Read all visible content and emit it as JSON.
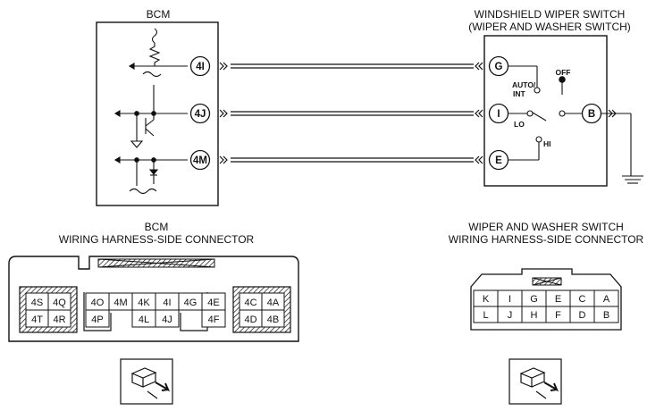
{
  "bcm": {
    "title": "BCM",
    "pins": [
      "4I",
      "4J",
      "4M"
    ]
  },
  "switch": {
    "title_line1": "WINDSHIELD WIPER SWITCH",
    "title_line2": "(WIPER AND WASHER SWITCH)",
    "pins": [
      "G",
      "I",
      "E",
      "B"
    ],
    "positions": [
      "OFF",
      "AUTO/",
      "INT",
      "LO",
      "HI"
    ]
  },
  "bcm_connector": {
    "title_line1": "BCM",
    "title_line2": "WIRING HARNESS-SIDE CONNECTOR",
    "left_block": [
      [
        "4S",
        "4Q"
      ],
      [
        "4T",
        "4R"
      ]
    ],
    "middle_top": [
      "4O",
      "4M",
      "4K",
      "4I",
      "4G",
      "4E"
    ],
    "middle_bottom": [
      "4P",
      "4L",
      "4J",
      "4F"
    ],
    "right_block": [
      [
        "4C",
        "4A"
      ],
      [
        "4D",
        "4B"
      ]
    ]
  },
  "switch_connector": {
    "title_line1": "WIPER AND WASHER SWITCH",
    "title_line2": "WIRING HARNESS-SIDE CONNECTOR",
    "rows": [
      [
        "K",
        "I",
        "G",
        "E",
        "C",
        "A"
      ],
      [
        "L",
        "J",
        "H",
        "F",
        "D",
        "B"
      ]
    ]
  }
}
